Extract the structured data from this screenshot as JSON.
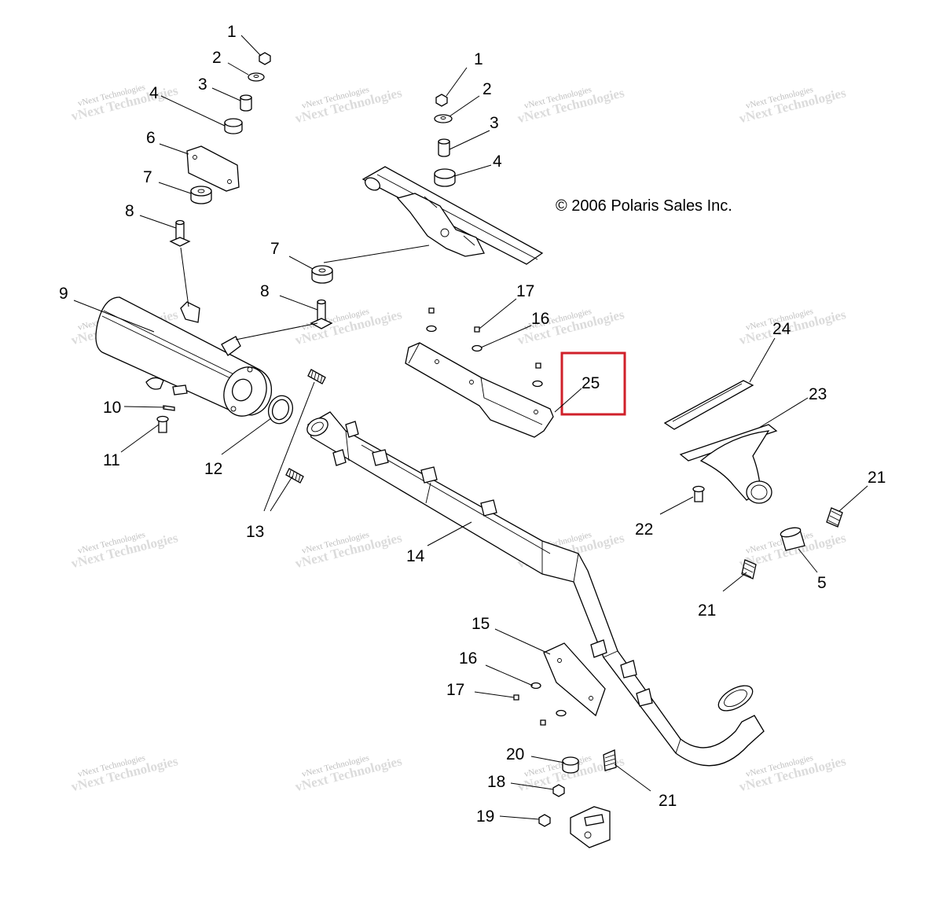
{
  "copyright": "© 2006 Polaris Sales Inc.",
  "watermark": {
    "line1": "vNext Technologies",
    "line2": "vNext Technologies"
  },
  "highlight_color": "#d0202a",
  "callouts": [
    {
      "id": "c1a",
      "text": "1"
    },
    {
      "id": "c2a",
      "text": "2"
    },
    {
      "id": "c3a",
      "text": "3"
    },
    {
      "id": "c4a",
      "text": "4"
    },
    {
      "id": "c6",
      "text": "6"
    },
    {
      "id": "c7a",
      "text": "7"
    },
    {
      "id": "c8a",
      "text": "8"
    },
    {
      "id": "c9",
      "text": "9"
    },
    {
      "id": "c10",
      "text": "10"
    },
    {
      "id": "c11",
      "text": "11"
    },
    {
      "id": "c12",
      "text": "12"
    },
    {
      "id": "c13",
      "text": "13"
    },
    {
      "id": "c1b",
      "text": "1"
    },
    {
      "id": "c2b",
      "text": "2"
    },
    {
      "id": "c3b",
      "text": "3"
    },
    {
      "id": "c4b",
      "text": "4"
    },
    {
      "id": "c7b",
      "text": "7"
    },
    {
      "id": "c8b",
      "text": "8"
    },
    {
      "id": "c17a",
      "text": "17"
    },
    {
      "id": "c16a",
      "text": "16"
    },
    {
      "id": "c25",
      "text": "25"
    },
    {
      "id": "c24",
      "text": "24"
    },
    {
      "id": "c23",
      "text": "23"
    },
    {
      "id": "c21a",
      "text": "21"
    },
    {
      "id": "c22",
      "text": "22"
    },
    {
      "id": "c5",
      "text": "5"
    },
    {
      "id": "c21b",
      "text": "21"
    },
    {
      "id": "c14",
      "text": "14"
    },
    {
      "id": "c15",
      "text": "15"
    },
    {
      "id": "c16b",
      "text": "16"
    },
    {
      "id": "c17b",
      "text": "17"
    },
    {
      "id": "c20",
      "text": "20"
    },
    {
      "id": "c18",
      "text": "18"
    },
    {
      "id": "c19",
      "text": "19"
    },
    {
      "id": "c21c",
      "text": "21"
    }
  ]
}
